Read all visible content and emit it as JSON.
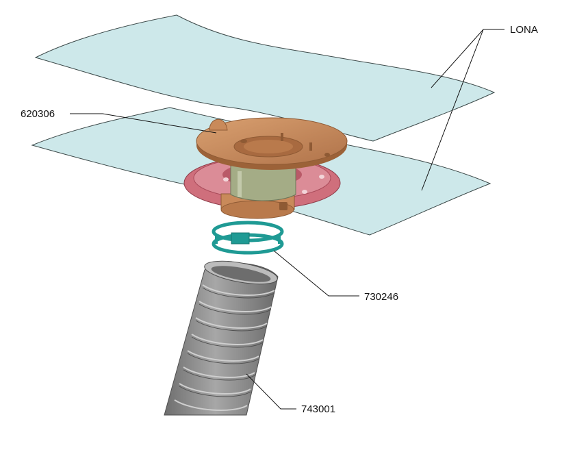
{
  "labels": {
    "lona": "LONA",
    "part_flange": "620306",
    "part_clamp": "730246",
    "part_hose": "743001"
  },
  "colors": {
    "sheet_fill": "#cde8ea",
    "sheet_edge": "#3d4a4a",
    "flange_copper": "#c98a5a",
    "flange_copper_dark": "#9c6238",
    "collar_red": "#cf6f7c",
    "collar_red_dark": "#a94b5a",
    "inner_tube_olive": "#a4ac86",
    "clamp_teal": "#1f9a94",
    "hose_gray": "#8a8a8a",
    "hose_gray_dark": "#5f5f5f",
    "hose_gray_light": "#b4b4b4"
  }
}
